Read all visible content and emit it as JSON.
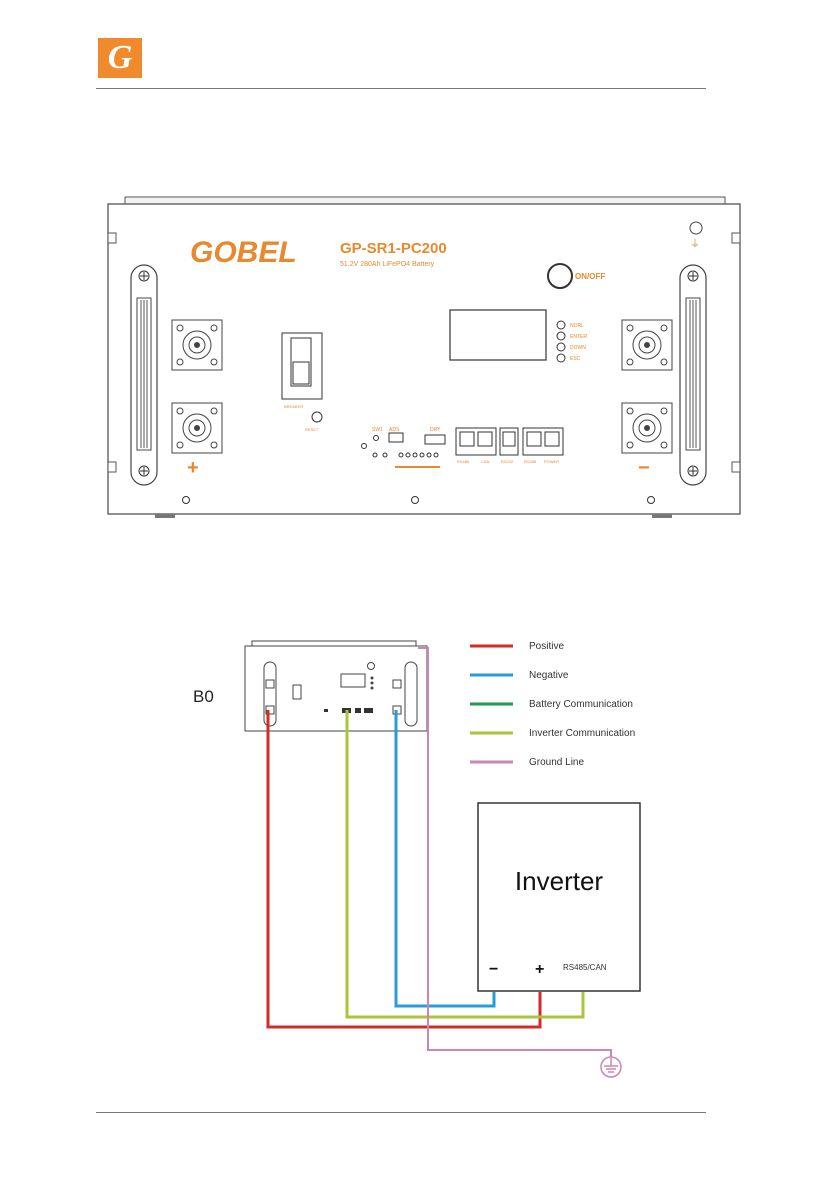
{
  "header": {
    "logo_letter": "G"
  },
  "panel": {
    "brand": "GOBEL",
    "model": "GP-SR1-PC200",
    "subtitle": "51.2V 280Ah LiFePO4 Battery",
    "on_off": "ON/OFF",
    "indicators": [
      "NORL",
      "ENTER",
      "DOWN",
      "ESC"
    ],
    "plus_sign": "+",
    "minus_sign": "−",
    "ground_symbol": "⏚",
    "labels": {
      "breaker": "BREAKER",
      "reset": "RESET",
      "sw1": "SW1",
      "adr": "ADS",
      "dry": "DRY",
      "rs485": "RS485",
      "can": "CAN",
      "rs232": "RS232",
      "parallel_a": "RS485",
      "parallel_b": "RS485",
      "power": "POWER"
    }
  },
  "wiring": {
    "battery_label": "B0",
    "inverter_title": "Inverter",
    "inverter_minus": "−",
    "inverter_plus": "+",
    "inverter_port": "RS485/CAN",
    "legend": [
      {
        "label": "Positive",
        "color": "#d42a2a"
      },
      {
        "label": "Negative",
        "color": "#2a9bd6"
      },
      {
        "label": "Battery Communication",
        "color": "#1f9a55"
      },
      {
        "label": "Inverter Communication",
        "color": "#a9c63a"
      },
      {
        "label": "Ground Line",
        "color": "#c887b4"
      }
    ]
  }
}
